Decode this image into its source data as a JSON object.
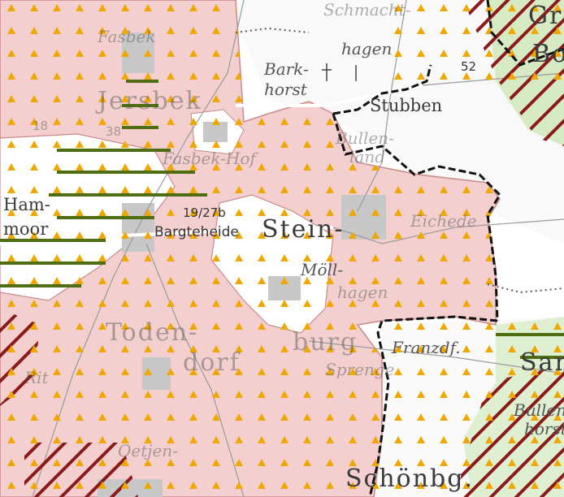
{
  "map": {
    "colors": {
      "background": "#ffffff",
      "protected_area_fill": "#f3cfcf",
      "protected_area_edge": "#c98a8a",
      "triangle_marker": "#f0a800",
      "green_hatch": "#4f6e12",
      "red_hatch": "#8b1a1a",
      "green_zone": "#d6ebc4",
      "boundary": "#111111",
      "settlement": "#c8c8c8",
      "road": "#ffffff"
    },
    "icons": {
      "point_marker": "orange-triangle-icon",
      "church": "church-cross-icon"
    },
    "place_labels": {
      "schmachthagen": "Schmacht-",
      "hagen": "hagen",
      "bark": "Bark-",
      "horst": "horst",
      "stubben": "Stubben",
      "bullen": "Bullen-",
      "land": "land",
      "eichede": "Eichede",
      "ham": "Ham-",
      "moor": "moor",
      "bargteheide": "Bargteheide",
      "stein": "Stein-",
      "moll": "Möll-",
      "hagen2": "hagen",
      "toden": "Toden-",
      "dorf": "dorf",
      "burg": "burg",
      "sprenge": "Sprenge",
      "franzdf": "Franzdf.",
      "schonbg": "Schönbg.",
      "san": "San",
      "bullenhorst_a": "Bullen-",
      "bullenhorst_b": "horst",
      "rit": "Rit",
      "fasbek": "Fasbek",
      "fasbek_hof": "Fasbek-Hof",
      "jersbek": "Jersbek",
      "gr": "Gr",
      "bo": "Bo",
      "oetjen": "Oetjen-",
      "route_52": "52",
      "route_19_27b": "19/27b",
      "route_38": "38",
      "route_18": "18"
    }
  }
}
